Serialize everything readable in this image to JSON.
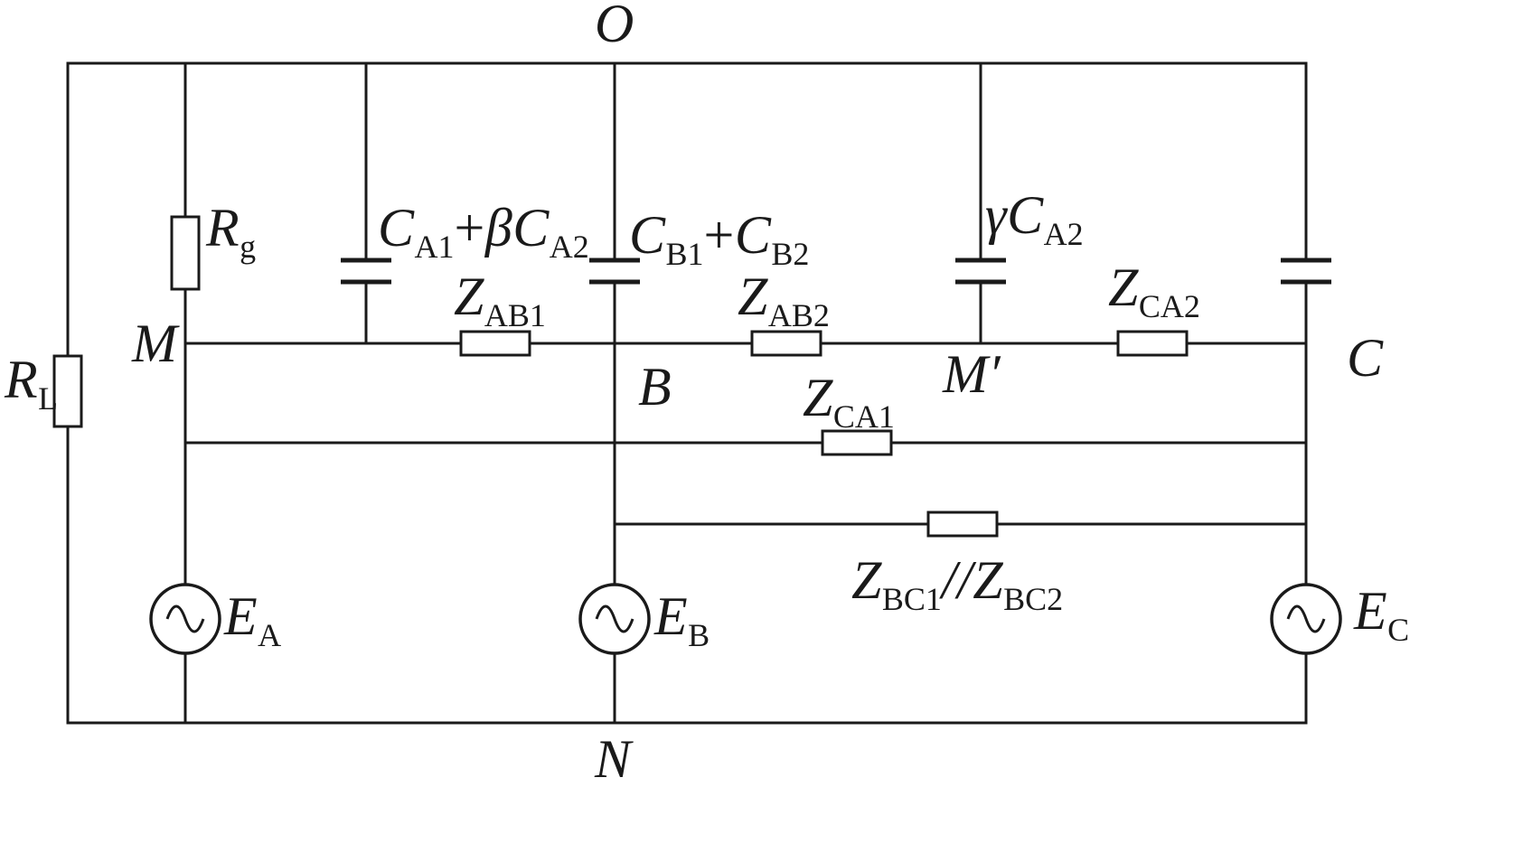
{
  "title": "Three-phase circuit schematic with neutral points O and N",
  "colors": {
    "stroke": "#1a1a1a",
    "background": "#ffffff"
  },
  "labels": {
    "node_o": [
      {
        "t": "O"
      }
    ],
    "node_n": [
      {
        "t": "N"
      }
    ],
    "node_m": [
      {
        "t": "M"
      }
    ],
    "node_b": [
      {
        "t": "B"
      }
    ],
    "node_m_prime": [
      {
        "t": "M′"
      }
    ],
    "node_c": [
      {
        "t": "C"
      }
    ],
    "r_g": [
      {
        "t": "R"
      },
      {
        "s": "g"
      }
    ],
    "r_l": [
      {
        "t": "R"
      },
      {
        "s": "L"
      }
    ],
    "cap_a": [
      {
        "t": "C"
      },
      {
        "s": "A1"
      },
      {
        "r": "+"
      },
      {
        "t": "βC"
      },
      {
        "s": "A2"
      }
    ],
    "cap_b": [
      {
        "t": "C"
      },
      {
        "s": "B1"
      },
      {
        "r": "+"
      },
      {
        "t": "C"
      },
      {
        "s": "B2"
      }
    ],
    "cap_gamma": [
      {
        "t": "γC"
      },
      {
        "s": "A2"
      }
    ],
    "z_ab1": [
      {
        "t": "Z"
      },
      {
        "s": "AB1"
      }
    ],
    "z_ab2": [
      {
        "t": "Z"
      },
      {
        "s": "AB2"
      }
    ],
    "z_ca1": [
      {
        "t": "Z"
      },
      {
        "s": "CA1"
      }
    ],
    "z_ca2": [
      {
        "t": "Z"
      },
      {
        "s": "CA2"
      }
    ],
    "z_bc": [
      {
        "t": "Z"
      },
      {
        "s": "BC1"
      },
      {
        "t": "//Z"
      },
      {
        "s": "BC2"
      }
    ],
    "e_a": [
      {
        "t": "E"
      },
      {
        "s": "A"
      }
    ],
    "e_b": [
      {
        "t": "E"
      },
      {
        "s": "B"
      }
    ],
    "e_c": [
      {
        "t": "E"
      },
      {
        "s": "C"
      }
    ]
  }
}
